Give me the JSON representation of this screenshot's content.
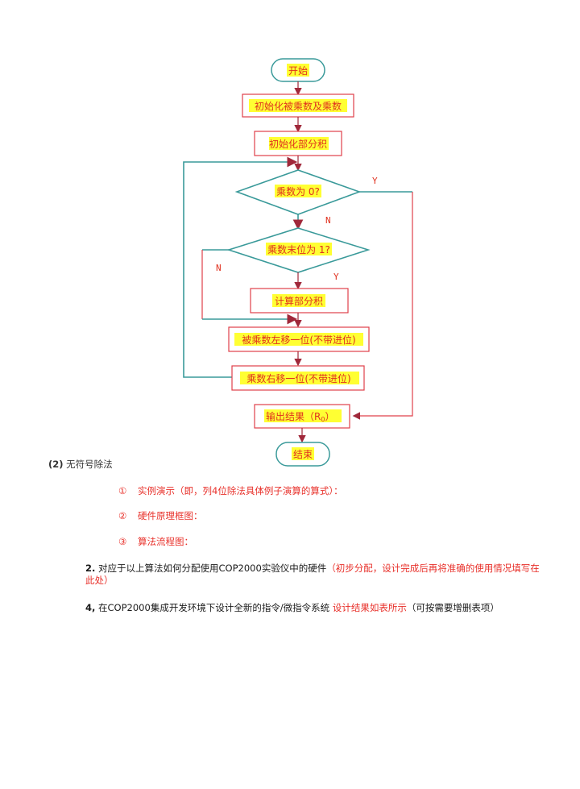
{
  "flowchart": {
    "start": "开始",
    "init_operands": "初始化被乘数及乘数",
    "init_partial": "初始化部分积",
    "decision_zero": "乘数为 0?",
    "decision_lsb": "乘数末位为 1?",
    "compute_partial": "计算部分积",
    "shift_left": "被乘数左移一位(不带进位)",
    "shift_right": "乘数右移一位(不带进位)",
    "output": "输出结果（R",
    "output_sub": "0",
    "output_close": "）",
    "end": "结束",
    "label_y1": "Y",
    "label_n1": "N",
    "label_n2": "N",
    "label_y2": "Y",
    "colors": {
      "teal": "#3a9a9a",
      "red": "#e0404a",
      "highlight": "#ffff33",
      "text": "#e0301e"
    }
  },
  "section": {
    "number": "(2)",
    "title": "无符号除法",
    "items": [
      {
        "mark": "①",
        "text": "实例演示（即，列4位除法具体例子演算的算式）："
      },
      {
        "mark": "②",
        "text": "硬件原理框图："
      },
      {
        "mark": "③",
        "text": "算法流程图："
      }
    ]
  },
  "para2": {
    "number": "2.",
    "text": "对应于以上算法如何分配使用COP2000实验仪中的硬件",
    "red_text_line1": "（初步分配，设计完成后再将准确的使用情况填写在",
    "red_text_line2": "此处）"
  },
  "para4": {
    "number": "4,",
    "text": "在COP2000集成开发环境下设计全新的指令/微指令系统",
    "red_text": "设计结果如表所示",
    "tail_text": "（可按需要增删表项）"
  }
}
